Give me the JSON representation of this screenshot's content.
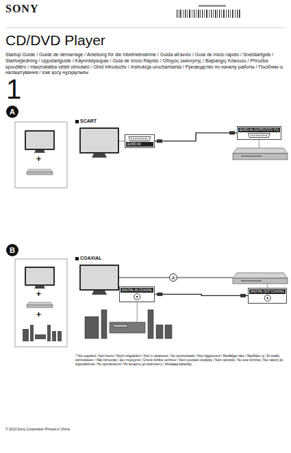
{
  "diagram": {
    "title": "CD/DVD Player",
    "nodes": [
      {
        "text": [
          "A"
        ]
      },
      {
        "text": [
          "EURO AV"
        ]
      },
      {
        "text": [
          "EURO AV OUTPUT(TO TV)"
        ]
      },
      {
        "text": [
          "B"
        ]
      },
      {
        "text": [
          "DIGITAL IN COAXIAL"
        ]
      },
      {
        "text": [
          "DIGITAL OUT COAXIAL"
        ]
      }
    ],
    "edges": [
      {
        "from": 1,
        "to": 2,
        "arrow": "none"
      },
      {
        "from": 4,
        "to": 5,
        "arrow": "none"
      }
    ],
    "labels": [
      "SONY",
      "Startup Guide / Guide de démarrage / Anleitung für die Inbetriebnahme / Guida all'avvio / Guía de inicio rápido / Snelstartgids / Startvejledning / Uppstartguide / Käynnistysopas / Guia de Início Rápido / Οδηγός εκκίνησης / Başlangıç Kılavuzu / Příručka spouštění / Használatba vételi útmutató / Ghid introductiv / Instrukcja uruchamiania / Руководство по началу работы / Посібник із налаштування / Іске қосу нұсқаулығы",
      "1",
      "+",
      "SCART",
      "+",
      "+",
      "COAXIAL",
      "A",
      "* Not supplied / Non fourni / Nicht mitgeliefert / Non in dotazione / No suministrado / Niet bijgeleverd / Medfølger ikke / Medföljer ej / Ei sisälly toimitukseen / Não fornecido / Δεν παρέχεται / Ürünle birlikte verilmez / Není součástí dodávky / Nem tartozék / Nu este furnizat / Nie należy do wyposażenia / Не прилагается / Не входить до комплекту / Жинаққа кірмейді",
      "© 2013 Sony Corporation Printed in China"
    ]
  }
}
